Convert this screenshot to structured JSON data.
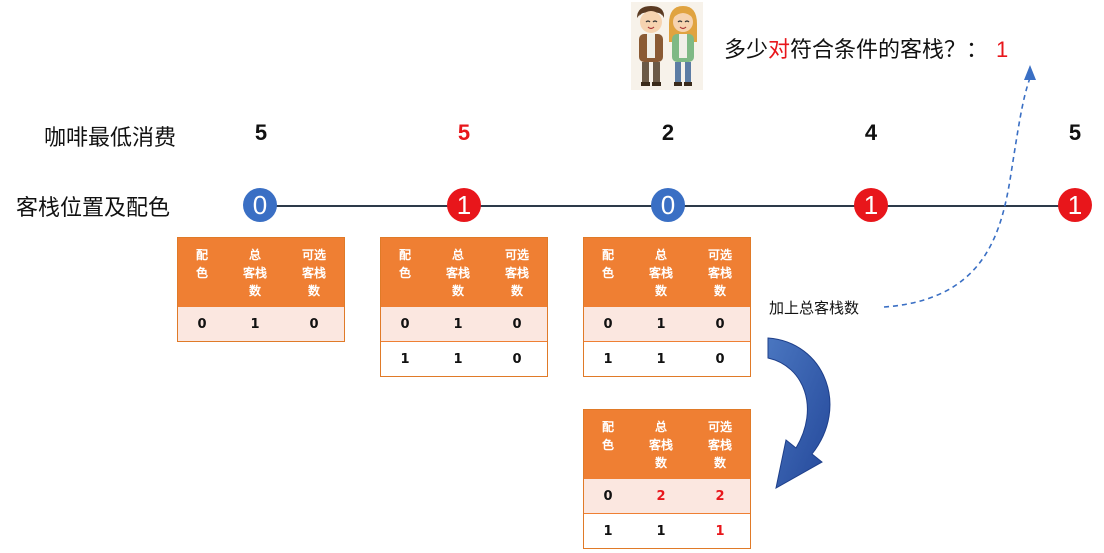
{
  "question": {
    "prefix": "多少",
    "highlight": "对",
    "suffix": "符合条件的客栈？：",
    "answer": "1"
  },
  "row_labels": {
    "cost": "咖啡最低消费",
    "position": "客栈位置及配色"
  },
  "nodes": [
    {
      "cost": "5",
      "cost_red": false,
      "color_value": "0",
      "color": "#3a6fc4"
    },
    {
      "cost": "5",
      "cost_red": true,
      "color_value": "1",
      "color": "#e8161b"
    },
    {
      "cost": "2",
      "cost_red": false,
      "color_value": "0",
      "color": "#3a6fc4"
    },
    {
      "cost": "4",
      "cost_red": false,
      "color_value": "1",
      "color": "#e8161b"
    },
    {
      "cost": "5",
      "cost_red": false,
      "color_value": "1",
      "color": "#e8161b"
    }
  ],
  "table_headers": {
    "col1": "配\n色",
    "col2": "总\n客栈\n数",
    "col3": "可选\n客栈\n数"
  },
  "tables": [
    {
      "rows": [
        [
          "0",
          "1",
          "0"
        ]
      ]
    },
    {
      "rows": [
        [
          "0",
          "1",
          "0"
        ],
        [
          "1",
          "1",
          "0"
        ]
      ]
    },
    {
      "rows": [
        [
          "0",
          "1",
          "0"
        ],
        [
          "1",
          "1",
          "0"
        ]
      ]
    },
    {
      "rows": [
        [
          "0",
          "2",
          "2"
        ],
        [
          "1",
          "1",
          "1"
        ]
      ],
      "red_cells": [
        [
          0,
          1
        ],
        [
          0,
          2
        ],
        [
          1,
          2
        ]
      ]
    }
  ],
  "annotation": "加上总客栈数",
  "colors": {
    "orange": "#ef7f33",
    "blue": "#3a6fc4",
    "red": "#e8161b",
    "shade": "#fbe7e0",
    "arrow_blue": "#2f5ea8"
  },
  "icons": [
    "couple-illustration",
    "curved-down-arrow-icon",
    "dashed-up-arrow-icon"
  ]
}
